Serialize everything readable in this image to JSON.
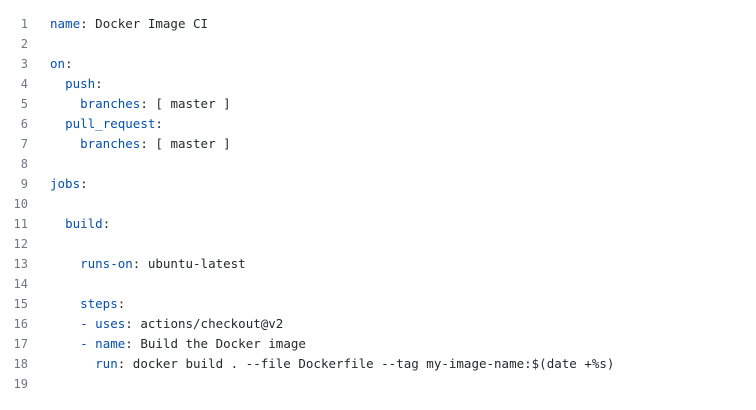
{
  "colors": {
    "key": "#0550ae",
    "text": "#24292e",
    "line_number": "#6e7781",
    "background": "#ffffff"
  },
  "lines": [
    {
      "n": "1",
      "indent": "",
      "dash": "",
      "key": "name",
      "sep": ": ",
      "value": "Docker Image CI"
    },
    {
      "n": "2",
      "indent": "",
      "dash": "",
      "key": "",
      "sep": "",
      "value": ""
    },
    {
      "n": "3",
      "indent": "",
      "dash": "",
      "key": "on",
      "sep": ":",
      "value": ""
    },
    {
      "n": "4",
      "indent": "  ",
      "dash": "",
      "key": "push",
      "sep": ":",
      "value": ""
    },
    {
      "n": "5",
      "indent": "    ",
      "dash": "",
      "key": "branches",
      "sep": ": ",
      "value": "[ master ]"
    },
    {
      "n": "6",
      "indent": "  ",
      "dash": "",
      "key": "pull_request",
      "sep": ":",
      "value": ""
    },
    {
      "n": "7",
      "indent": "    ",
      "dash": "",
      "key": "branches",
      "sep": ": ",
      "value": "[ master ]"
    },
    {
      "n": "8",
      "indent": "",
      "dash": "",
      "key": "",
      "sep": "",
      "value": ""
    },
    {
      "n": "9",
      "indent": "",
      "dash": "",
      "key": "jobs",
      "sep": ":",
      "value": ""
    },
    {
      "n": "10",
      "indent": "",
      "dash": "",
      "key": "",
      "sep": "",
      "value": ""
    },
    {
      "n": "11",
      "indent": "  ",
      "dash": "",
      "key": "build",
      "sep": ":",
      "value": ""
    },
    {
      "n": "12",
      "indent": "",
      "dash": "",
      "key": "",
      "sep": "",
      "value": ""
    },
    {
      "n": "13",
      "indent": "    ",
      "dash": "",
      "key": "runs-on",
      "sep": ": ",
      "value": "ubuntu-latest"
    },
    {
      "n": "14",
      "indent": "",
      "dash": "",
      "key": "",
      "sep": "",
      "value": ""
    },
    {
      "n": "15",
      "indent": "    ",
      "dash": "",
      "key": "steps",
      "sep": ":",
      "value": ""
    },
    {
      "n": "16",
      "indent": "    ",
      "dash": "- ",
      "key": "uses",
      "sep": ": ",
      "value": "actions/checkout@v2"
    },
    {
      "n": "17",
      "indent": "    ",
      "dash": "- ",
      "key": "name",
      "sep": ": ",
      "value": "Build the Docker image"
    },
    {
      "n": "18",
      "indent": "      ",
      "dash": "",
      "key": "run",
      "sep": ": ",
      "value": "docker build . --file Dockerfile --tag my-image-name:$(date +%s)"
    },
    {
      "n": "19",
      "indent": "",
      "dash": "",
      "key": "",
      "sep": "",
      "value": ""
    }
  ]
}
